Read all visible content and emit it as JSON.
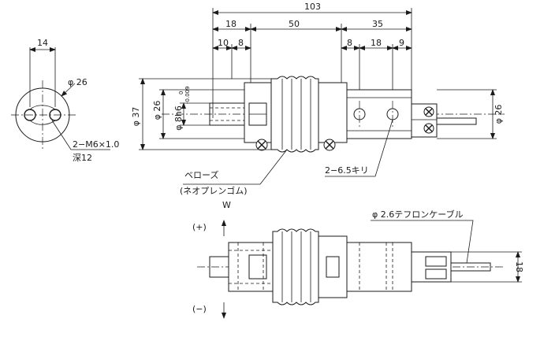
{
  "dimensions": {
    "overall_length": "103",
    "seg_18": "18",
    "seg_50": "50",
    "seg_35": "35",
    "sub_10": "10",
    "sub_8_left": "8",
    "sub_8_right": "8",
    "sub_18_right": "18",
    "sub_9": "9",
    "end_width_14": "14",
    "end_dia_26": "φ 26",
    "body_dia_37": "φ 37",
    "flange_dia_26": "φ 26",
    "shaft_dia": "φ 8h6",
    "shaft_tol_upper": "0",
    "shaft_tol_lower": "-0.009",
    "right_dia_26": "φ 26",
    "bottom_height_18": "18"
  },
  "labels": {
    "thread_spec": "2−M6×1.0",
    "thread_depth": "深12",
    "bellows": "ベローズ",
    "bellows_material": "(ネオプレンゴム)",
    "through_holes": "2−6.5キリ",
    "load_direction": "W",
    "plus_direction": "(+)",
    "minus_direction": "(−)",
    "cable": "φ 2.6テフロンケーブル"
  },
  "icons": {
    "up_arrow": "arrow-up-icon",
    "down_arrow": "arrow-down-icon"
  }
}
